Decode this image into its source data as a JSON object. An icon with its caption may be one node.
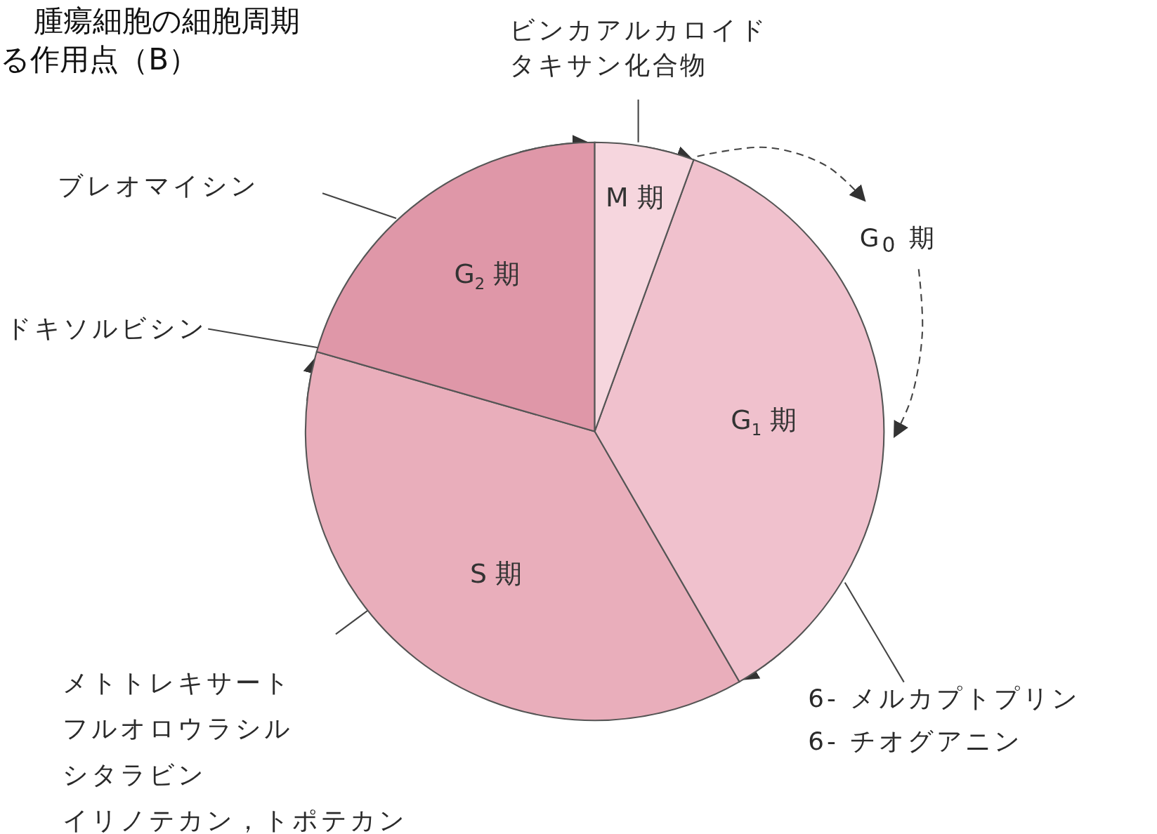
{
  "diagram": {
    "title": "腫瘍細胞の細胞周期る作用点（B）",
    "nodes": [
      {
        "text": [
          "ビンカアルカロイド",
          "タキサン化合物"
        ]
      },
      {
        "text": [
          "ブレオマイシン"
        ]
      },
      {
        "text": [
          "M 期"
        ]
      },
      {
        "text": [
          "G$_{0}$ 期"
        ]
      },
      {
        "text": [
          "G$_{2}$ 期"
        ]
      },
      {
        "text": [
          "ドキソルビシン"
        ]
      },
      {
        "text": [
          "G$_{1}$ 期"
        ]
      },
      {
        "text": [
          "S 期"
        ]
      },
      {
        "text": [
          "メトトレキサート",
          "フルオロウラシル",
          "シタラビン",
          "イリノテカン，トポテカン"
        ]
      },
      {
        "text": [
          "6- メルカプトプリン",
          "6- チオグアニン"
        ]
      }
    ],
    "edges": [
      {
        "from": 0,
        "to": 2,
        "arrow": "none"
      },
      {
        "from": 1,
        "to": 4,
        "arrow": "none"
      },
      {
        "from": 5,
        "to": 4,
        "arrow": "none"
      },
      {
        "from": 8,
        "to": 7,
        "arrow": "none"
      },
      {
        "from": 9,
        "to": 6,
        "arrow": "none"
      },
      {
        "from": 4,
        "to": 2,
        "arrow": "to"
      },
      {
        "from": 2,
        "to": 6,
        "arrow": "to"
      },
      {
        "from": 6,
        "to": 7,
        "arrow": "to"
      },
      {
        "from": 7,
        "to": 4,
        "arrow": "to"
      },
      {
        "from": 2,
        "to": 3,
        "arrow": "to",
        "style": "dashed"
      },
      {
        "from": 3,
        "to": 6,
        "arrow": "to",
        "style": "dashed"
      }
    ]
  }
}
